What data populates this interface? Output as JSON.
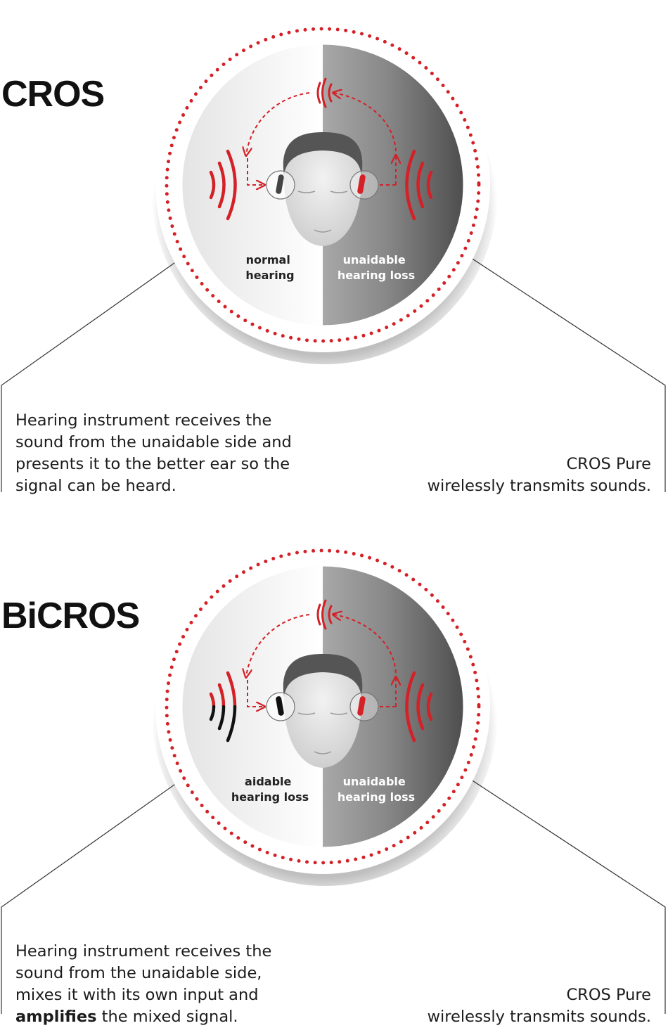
{
  "sections": [
    {
      "id": "cros",
      "title": "CROS",
      "left_label": [
        "normal",
        "hearing"
      ],
      "right_label": [
        "unaidable",
        "hearing loss"
      ],
      "left_description_lines": [
        "Hearing instrument receives the",
        "sound from the unaidable side and",
        "presents it to the better ear so the",
        "signal can be heard."
      ],
      "right_description_lines": [
        "CROS Pure",
        "wirelessly transmits sounds."
      ],
      "left_wave_color": "#d42027"
    },
    {
      "id": "bicros",
      "title": "BiCROS",
      "left_label": [
        "aidable",
        "hearing loss"
      ],
      "right_label": [
        "unaidable",
        "hearing loss"
      ],
      "left_description_lines": [
        "Hearing instrument receives the",
        "sound from the unaidable side,",
        "mixes it with its own input and"
      ],
      "left_description_last_bold": "amplifies",
      "left_description_last_rest": " the mixed signal.",
      "right_description_lines": [
        "CROS Pure",
        "wirelessly transmits sounds."
      ],
      "left_wave_color": "#111111"
    }
  ],
  "colors": {
    "accent_red": "#d42027",
    "dark_grey": "#5a5a5a",
    "light_grey": "#eeeeee",
    "line": "#333333"
  },
  "icons": [
    "head-icon",
    "sound-wave-icon",
    "hearing-aid-icon",
    "dashed-arrow-icon"
  ]
}
